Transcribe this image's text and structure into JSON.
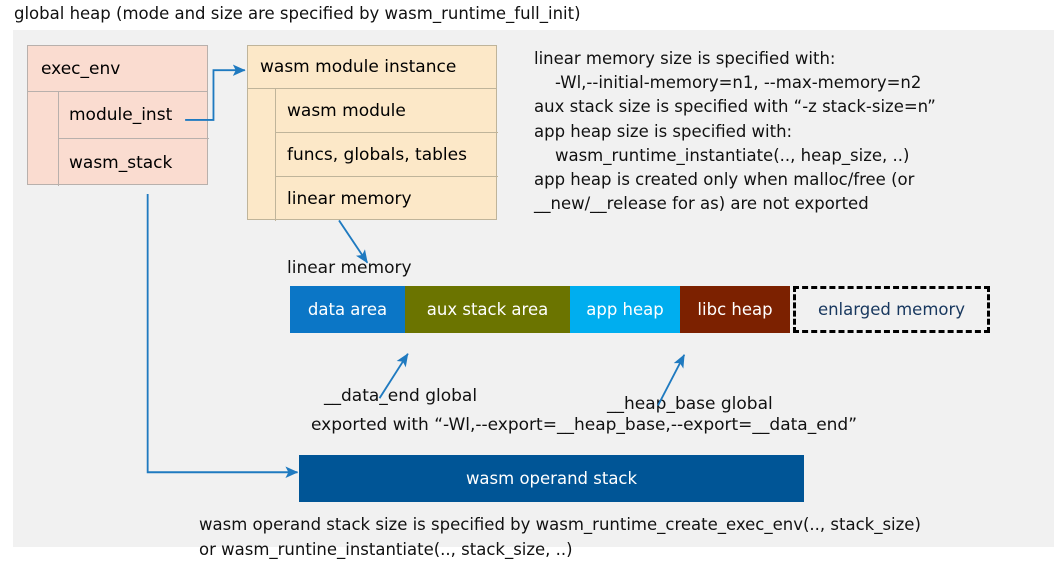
{
  "title": "global heap (mode and size are specified by wasm_runtime_full_init)",
  "exec_env": {
    "header": "exec_env",
    "rows": [
      {
        "label": "module_inst"
      },
      {
        "label": "wasm_stack"
      }
    ]
  },
  "module_instance": {
    "header": "wasm module instance",
    "rows": [
      {
        "label": "wasm module"
      },
      {
        "label": "funcs, globals, tables"
      },
      {
        "label": "linear memory"
      }
    ]
  },
  "right_note": "linear memory size is specified with:\n    -Wl,--initial-memory=n1, --max-memory=n2\naux stack size is specified with “-z stack-size=n”\napp heap size is specified with:\n    wasm_runtime_instantiate(.., heap_size, ..)\napp heap is created only when malloc/free (or\n__new/__release for as) are not exported",
  "linear_memory": {
    "label": "linear memory",
    "segments": [
      {
        "label": "data area",
        "color": "#0b76c6",
        "text_color": "#ffffff",
        "width": 115
      },
      {
        "label": "aux stack area",
        "color": "#6b7400",
        "text_color": "#ffffff",
        "width": 165
      },
      {
        "label": "app heap",
        "color": "#00aeef",
        "text_color": "#ffffff",
        "width": 110
      },
      {
        "label": "libc heap",
        "color": "#7c2100",
        "text_color": "#ffffff",
        "width": 110
      },
      {
        "label": "enlarged memory",
        "color": "#f1f1f1",
        "text_color": "#17375e",
        "width": 197,
        "dashed": true
      }
    ]
  },
  "annotations": {
    "data_end": "__data_end global",
    "heap_base": "__heap_base global",
    "exported": "exported with “-Wl,--export=__heap_base,--export=__data_end”"
  },
  "operand_stack": {
    "label": "wasm operand stack",
    "note": "wasm operand stack size is specified by wasm_runtime_create_exec_env(.., stack_size)\nor wasm_runtine_instantiate(.., stack_size, ..)"
  },
  "colors": {
    "background": "#f1f1f1",
    "connector": "#1f7ac0",
    "exec_env_fill": "#fadcd0",
    "module_fill": "#fce8c8",
    "operand_stack_fill": "#005596"
  }
}
